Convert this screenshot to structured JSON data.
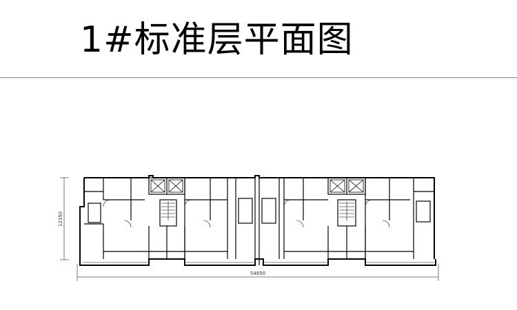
{
  "title": "1#标准层平面图",
  "plan": {
    "overall_width_dim": "54850",
    "overall_depth_dim": "12350",
    "units": 4,
    "cores": 2,
    "colors": {
      "line": "#000000",
      "dim": "#444444",
      "rule": "#8a8a8a"
    }
  }
}
